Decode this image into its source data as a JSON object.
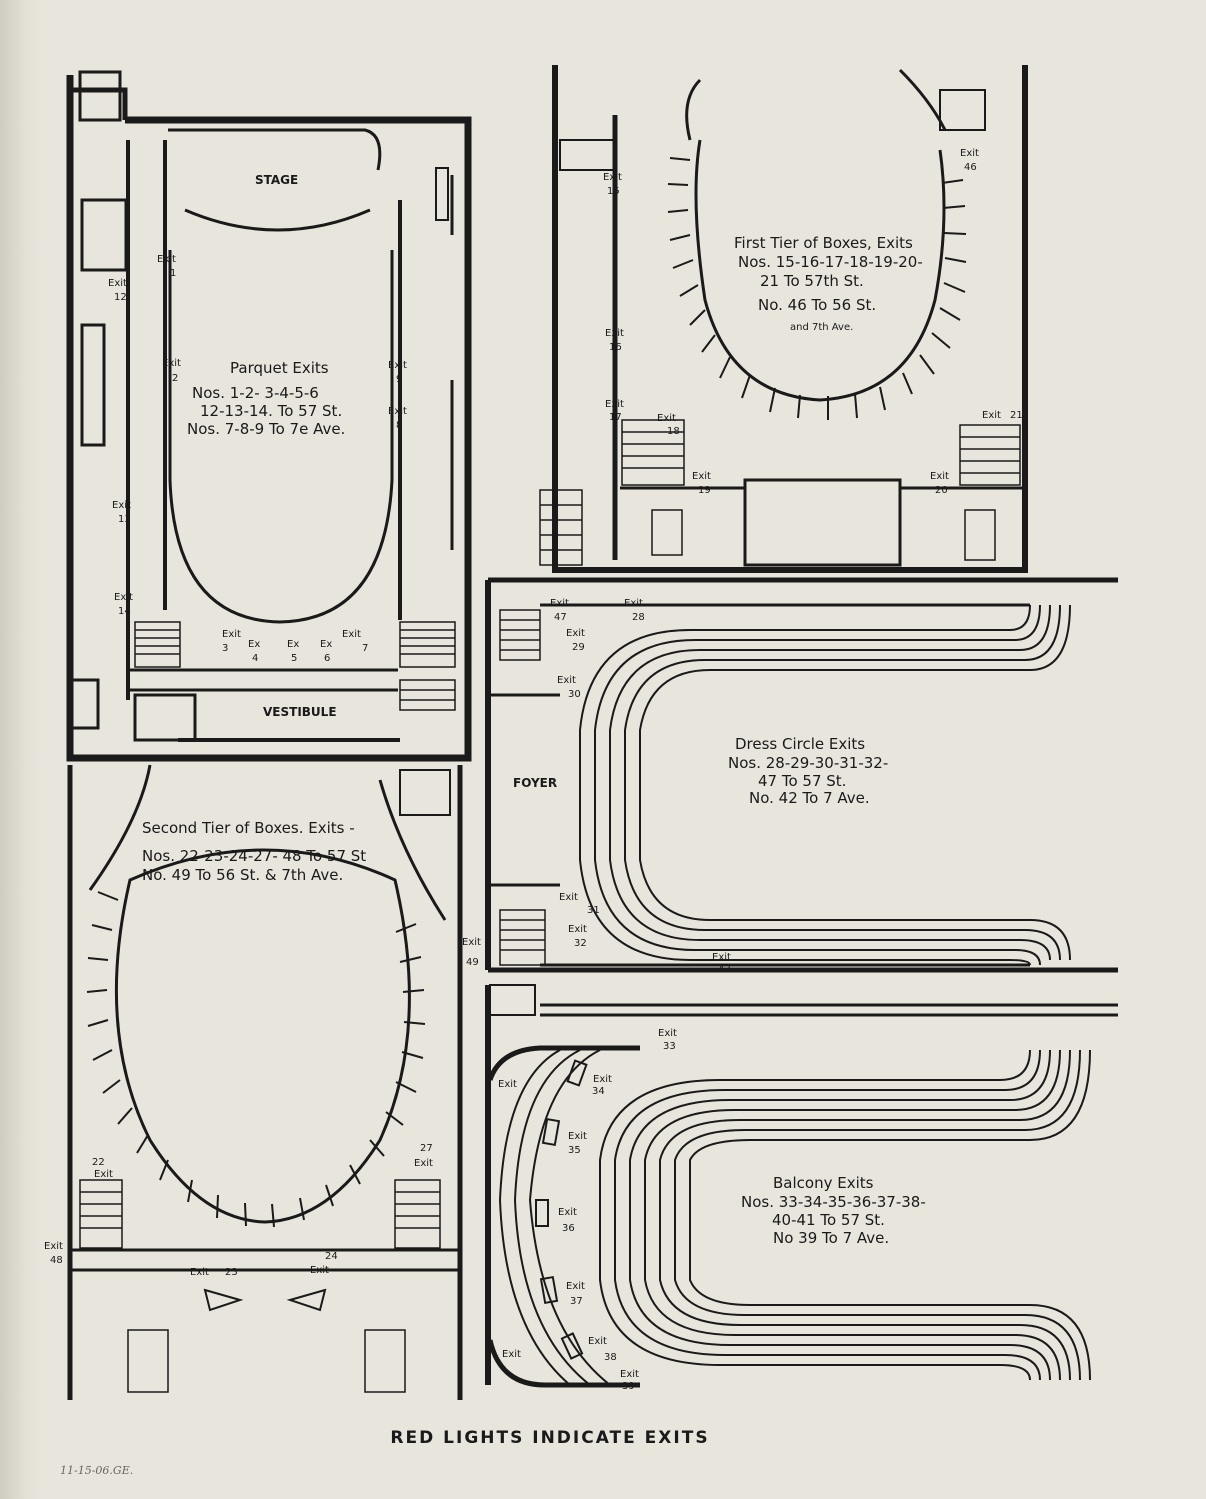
{
  "plans": {
    "parquet": {
      "stage": "STAGE",
      "vestibule": "VESTIBULE",
      "title": "Parquet Exits",
      "lines": [
        "Nos. 1-2- 3-4-5-6",
        "12-13-14. To 57 St.",
        "Nos. 7-8-9 To 7e Ave."
      ],
      "exits": [
        {
          "word": "Exit",
          "num": "1"
        },
        {
          "word": "Exit",
          "num": "2"
        },
        {
          "word": "Exit",
          "num": "3"
        },
        {
          "word": "Ex",
          "num": "4"
        },
        {
          "word": "Ex",
          "num": "5"
        },
        {
          "word": "Ex",
          "num": "6"
        },
        {
          "word": "Exit",
          "num": "7"
        },
        {
          "word": "Exit",
          "num": "8"
        },
        {
          "word": "Exit",
          "num": "9"
        },
        {
          "word": "Exit",
          "num": "12"
        },
        {
          "word": "Exit",
          "num": "13"
        },
        {
          "word": "Exit",
          "num": "14"
        }
      ]
    },
    "first_tier": {
      "title": "First Tier of Boxes, Exits",
      "lines": [
        "Nos. 15-16-17-18-19-20-",
        "21 To 57th St.",
        "No. 46 To 56 St.",
        "and 7th Ave."
      ],
      "exits": [
        {
          "word": "Exit",
          "num": "15"
        },
        {
          "word": "Exit",
          "num": "16"
        },
        {
          "word": "Exit",
          "num": "17"
        },
        {
          "word": "Exit",
          "num": "18"
        },
        {
          "word": "Exit",
          "num": "19"
        },
        {
          "word": "Exit",
          "num": "20"
        },
        {
          "word": "Exit",
          "num": "21"
        },
        {
          "word": "Exit",
          "num": "46"
        }
      ]
    },
    "dress_circle": {
      "foyer": "FOYER",
      "title": "Dress Circle Exits",
      "lines": [
        "Nos. 28-29-30-31-32-",
        "47 To 57 St.",
        "No. 42 To 7 Ave."
      ],
      "exits": [
        {
          "word": "Exit",
          "num": "47"
        },
        {
          "word": "Exit",
          "num": "28"
        },
        {
          "word": "Exit",
          "num": "29"
        },
        {
          "word": "Exit",
          "num": "30"
        },
        {
          "word": "Exit",
          "num": "31"
        },
        {
          "word": "Exit",
          "num": "32"
        },
        {
          "word": "Exit",
          "num": "42"
        }
      ]
    },
    "second_tier": {
      "title": "Second Tier of Boxes. Exits -",
      "lines": [
        "Nos. 22-23-24-27- 48 To 57 St",
        "No. 49 To 56 St. & 7th Ave."
      ],
      "exits": [
        {
          "word": "Exit",
          "num": "49"
        },
        {
          "word": "Exit",
          "num": "22"
        },
        {
          "word": "Exit",
          "num": "27"
        },
        {
          "word": "Exit",
          "num": "48"
        },
        {
          "word": "Exit",
          "num": "23"
        },
        {
          "word": "Exit",
          "num": "24"
        }
      ]
    },
    "balcony": {
      "title": "Balcony Exits",
      "lines": [
        "Nos. 33-34-35-36-37-38-",
        "40-41 To 57 St.",
        "No 39 To 7 Ave."
      ],
      "exits": [
        {
          "word": "Exit",
          "num": "33"
        },
        {
          "word": "Exit",
          "num": ""
        },
        {
          "word": "Exit",
          "num": "34"
        },
        {
          "word": "Exit",
          "num": "35"
        },
        {
          "word": "Exit",
          "num": "36"
        },
        {
          "word": "Exit",
          "num": "37"
        },
        {
          "word": "Exit",
          "num": "38"
        },
        {
          "word": "Exit",
          "num": ""
        },
        {
          "word": "Exit",
          "num": "39"
        }
      ]
    }
  },
  "caption": "RED LIGHTS INDICATE EXITS",
  "pencil_note": "11-15-06.GE."
}
